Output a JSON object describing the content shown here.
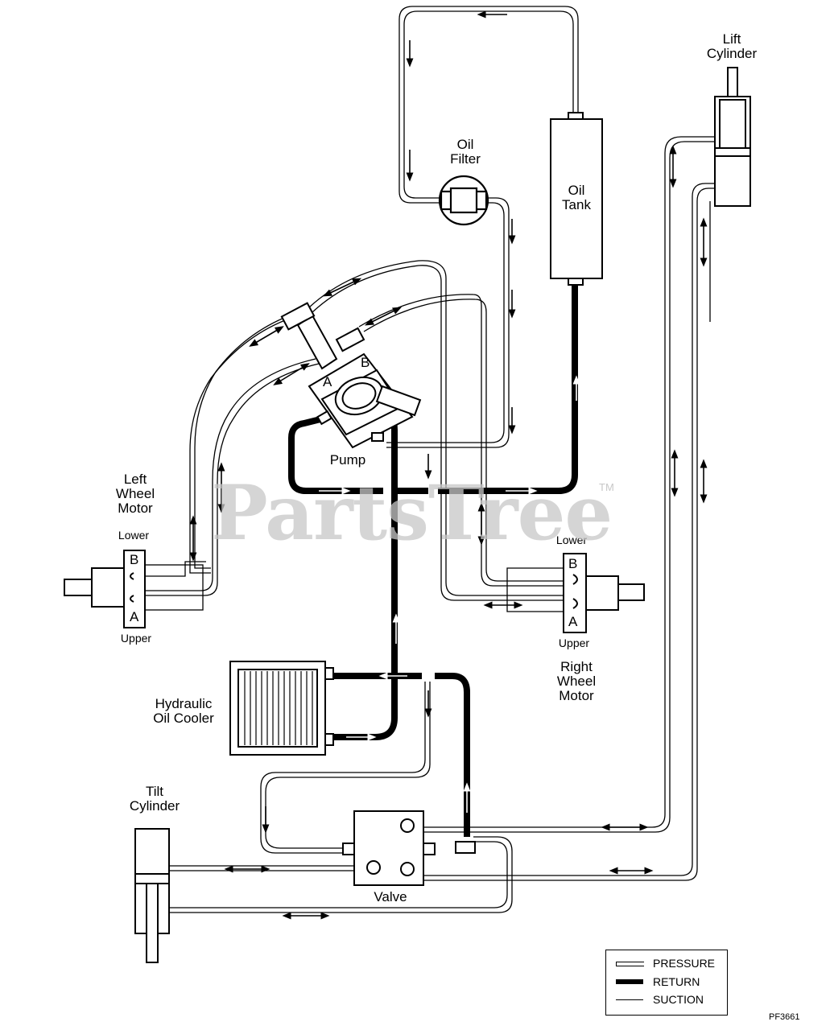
{
  "labels": {
    "lift_cylinder": [
      "Lift",
      "Cylinder"
    ],
    "oil_filter": [
      "Oil",
      "Filter"
    ],
    "oil_tank": [
      "Oil",
      "Tank"
    ],
    "pump": "Pump",
    "left_wheel_motor": [
      "Left",
      "Wheel",
      "Motor"
    ],
    "right_wheel_motor": [
      "Right",
      "Wheel",
      "Motor"
    ],
    "hydraulic_oil_cooler": [
      "Hydraulic",
      "Oil Cooler"
    ],
    "tilt_cylinder": [
      "Tilt",
      "Cylinder"
    ],
    "valve": "Valve",
    "left_lower": "Lower",
    "left_upper": "Upper",
    "right_lower": "Lower",
    "right_upper": "Upper",
    "port_a": "A",
    "port_b": "B"
  },
  "legend": {
    "pressure": "PRESSURE",
    "return": "RETURN",
    "suction": "SUCTION"
  },
  "watermark": "PartsTree",
  "trademark": "TM",
  "drawing_code": "PF3661"
}
